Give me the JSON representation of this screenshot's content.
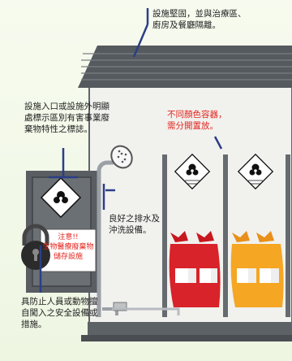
{
  "callouts": {
    "facility_enclosed": "設施堅固，並與治療區、\n廚房及餐廳隔離。",
    "entrance_sign": "設施入口或設施外明顯\n處標示區別有害事業廢\n棄物特性之標誌。",
    "color_containers": "不同顏色容器，\n需分開置放。",
    "drainage": "良好之排水及\n沖洗設備。",
    "lock_prevent": "具防止人員或動物擅\n自闖入之安全設備或\n措施。"
  },
  "sign": {
    "title": "注意!!",
    "line2": "生物醫療廢棄物",
    "line3": "儲存設施"
  },
  "colors": {
    "bag_left": "#d8232a",
    "bag_right": "#f5a623",
    "roof": "#555a5e",
    "callout_line": "#2b3f86",
    "warning_text": "#e3261f"
  }
}
